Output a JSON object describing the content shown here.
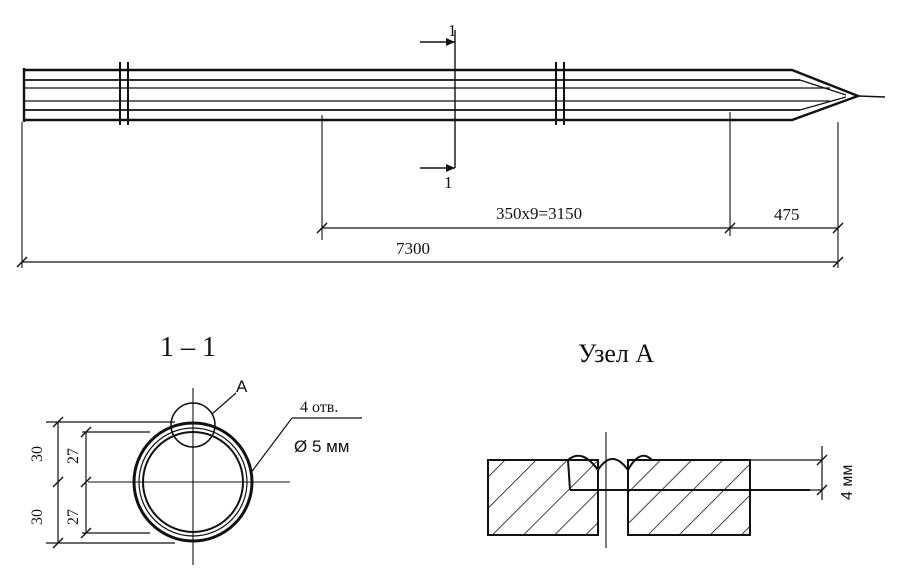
{
  "section_mark_label": "1",
  "dimensions": {
    "spacing": "350x9=3150",
    "tip": "475",
    "overall": "7300",
    "half_outer_top": "30",
    "half_inner_top": "27",
    "half_outer_bottom": "30",
    "half_inner_bottom": "27",
    "node_depth": "4 мм"
  },
  "section_view": {
    "title": "1 – 1",
    "node_ref": "A",
    "holes_count": "4 отв.",
    "holes_diameter": "Ø 5 мм"
  },
  "node_view": {
    "title": "Узел А"
  },
  "colors": {
    "ink": "#111111",
    "paper": "#ffffff"
  }
}
